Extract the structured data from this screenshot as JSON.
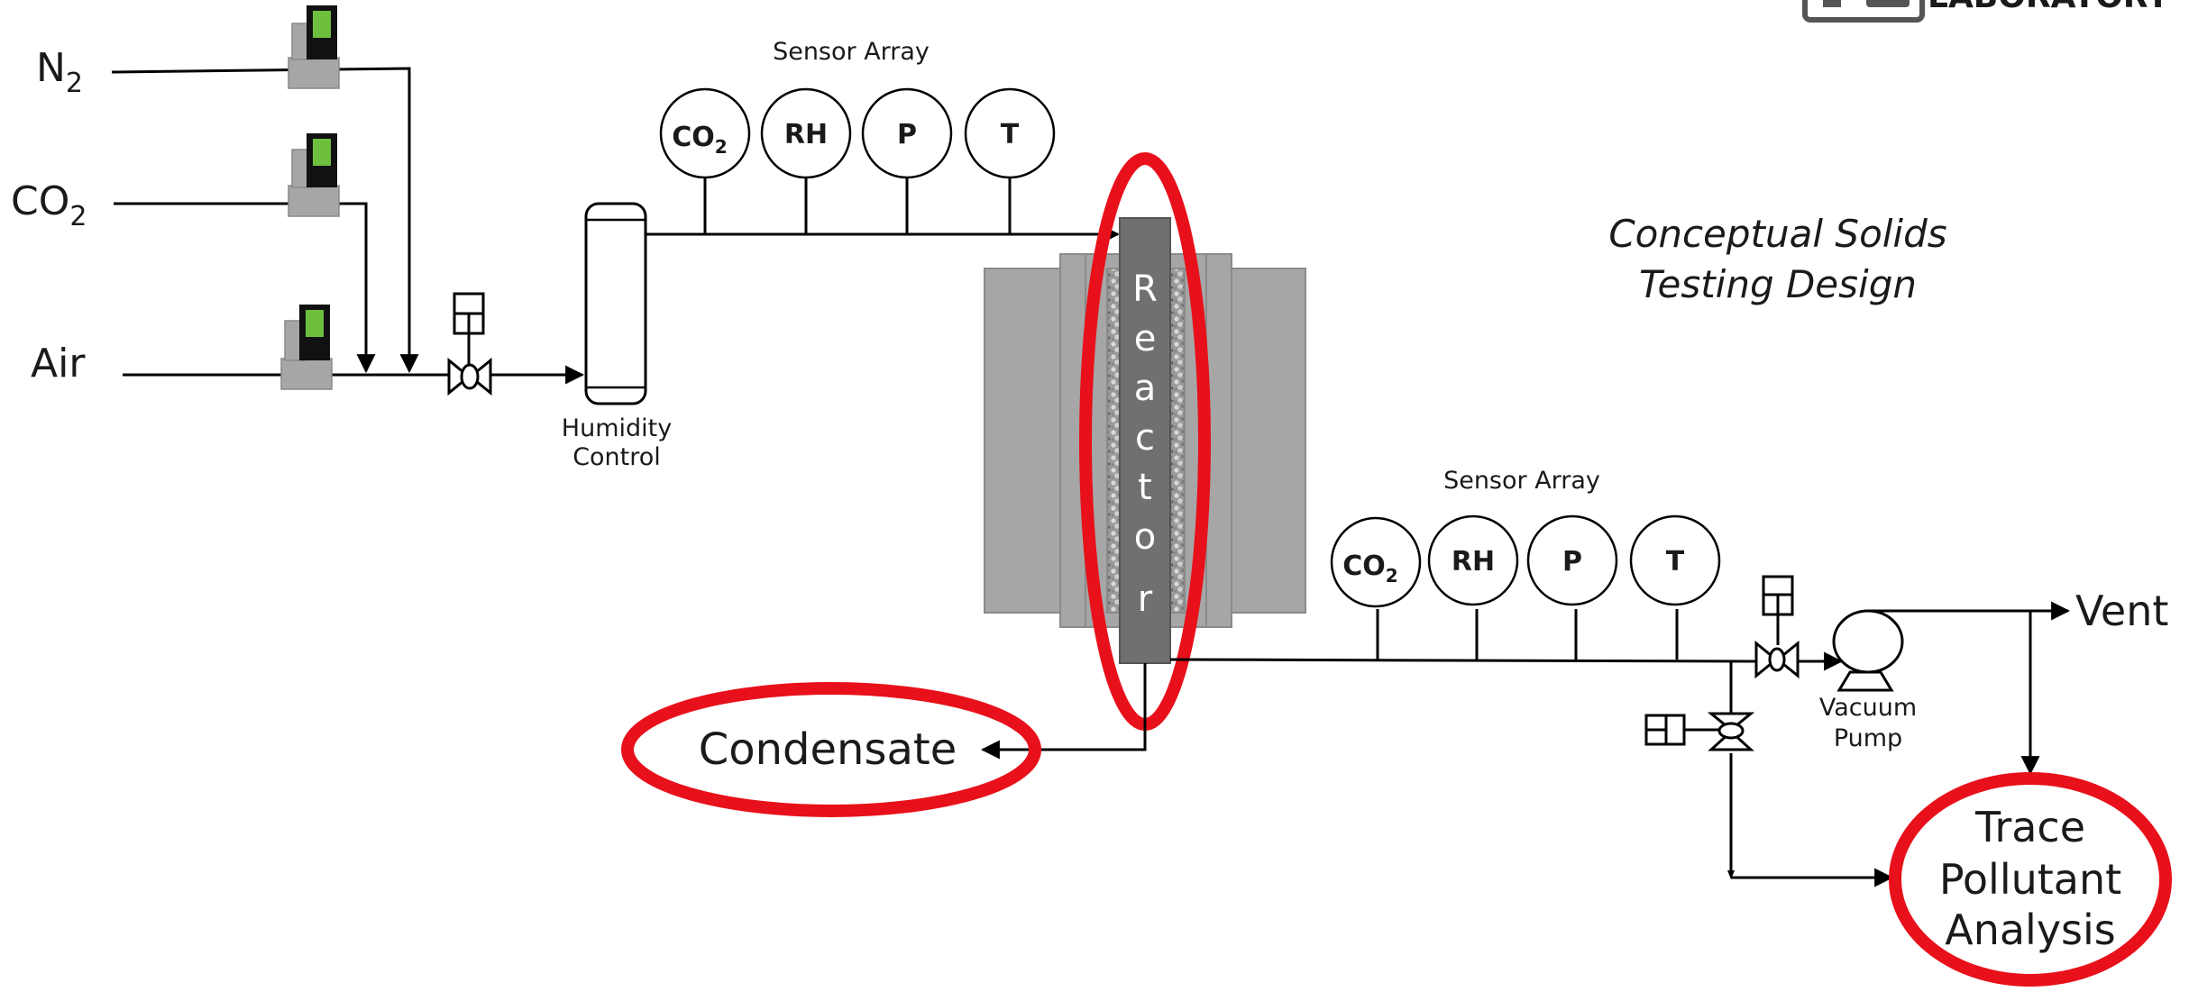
{
  "gas_inputs": {
    "n2": {
      "label": "N",
      "sub": "2"
    },
    "co2": {
      "label": "CO",
      "sub": "2"
    },
    "air": {
      "label": "Air"
    }
  },
  "humidity_control": {
    "line1": "Humidity",
    "line2": "Control"
  },
  "sensor_array_upper": {
    "title": "Sensor Array",
    "co2": {
      "main": "CO",
      "sub": "2"
    },
    "rh": "RH",
    "p": "P",
    "t": "T"
  },
  "sensor_array_lower": {
    "title": "Sensor Array",
    "co2": {
      "main": "CO",
      "sub": "2"
    },
    "rh": "RH",
    "p": "P",
    "t": "T"
  },
  "reactor": {
    "letters": [
      "R",
      "e",
      "a",
      "c",
      "t",
      "o",
      "r"
    ]
  },
  "condensate": "Condensate",
  "vacuum_pump": {
    "line1": "Vacuum",
    "line2": "Pump"
  },
  "vent": "Vent",
  "trace_pollutant": {
    "line1": "Trace",
    "line2": "Pollutant",
    "line3": "Analysis"
  },
  "title": {
    "line1": "Conceptual Solids",
    "line2": "Testing Design"
  },
  "logo": {
    "text": "LABORATORY"
  },
  "colors": {
    "line": "#000000",
    "highlight_red": "#e8101a",
    "flow_controller_gray": "#a6a6a6",
    "flow_controller_screen": "#6fbf3f",
    "reactor_housing": "#a6a6a6",
    "reactor_tube": "#707070",
    "reactor_packing": "#b8b8b8"
  }
}
